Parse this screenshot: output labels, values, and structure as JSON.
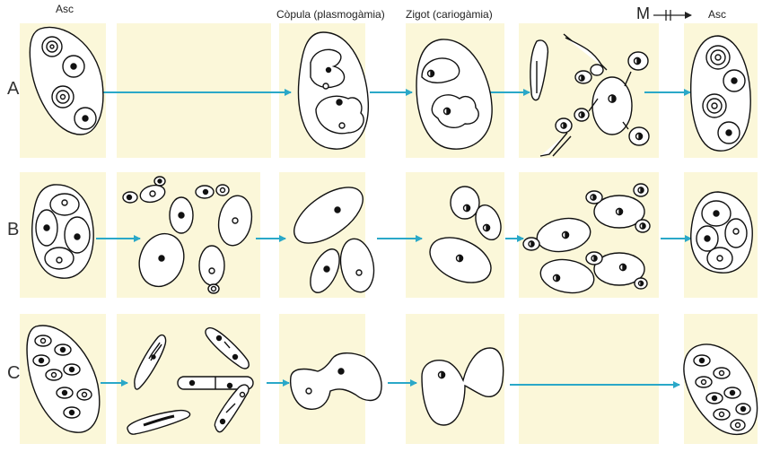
{
  "header": {
    "asc_left": "Asc",
    "copula": "Còpula (plasmogàmia)",
    "zigot": "Zigot (cariogàmia)",
    "meiosis": "M",
    "asc_right": "Asc"
  },
  "rows": [
    {
      "label": "A"
    },
    {
      "label": "B"
    },
    {
      "label": "C"
    }
  ],
  "colors": {
    "panel": "#fbf7d9",
    "arrow": "#2aa8c8",
    "ink": "#111111"
  }
}
